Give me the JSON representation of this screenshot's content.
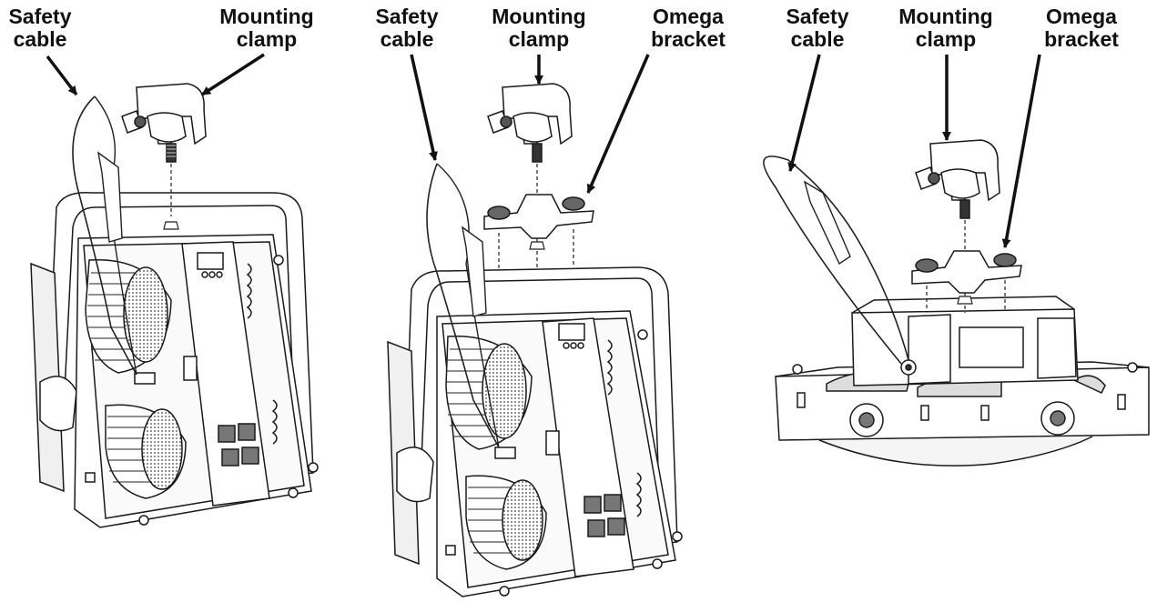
{
  "panels": [
    {
      "labels": [
        {
          "line1": "Safety",
          "line2": "cable"
        },
        {
          "line1": "Mounting",
          "line2": "clamp"
        }
      ]
    },
    {
      "labels": [
        {
          "line1": "Safety",
          "line2": "cable"
        },
        {
          "line1": "Mounting",
          "line2": "clamp"
        },
        {
          "line1": "Omega",
          "line2": "bracket"
        }
      ]
    },
    {
      "labels": [
        {
          "line1": "Safety",
          "line2": "cable"
        },
        {
          "line1": "Mounting",
          "line2": "clamp"
        },
        {
          "line1": "Omega",
          "line2": "bracket"
        }
      ]
    }
  ],
  "colors": {
    "line": "#1a1a1a",
    "fill": "#ffffff",
    "shade": "#d9d9d9",
    "dark": "#555555"
  }
}
